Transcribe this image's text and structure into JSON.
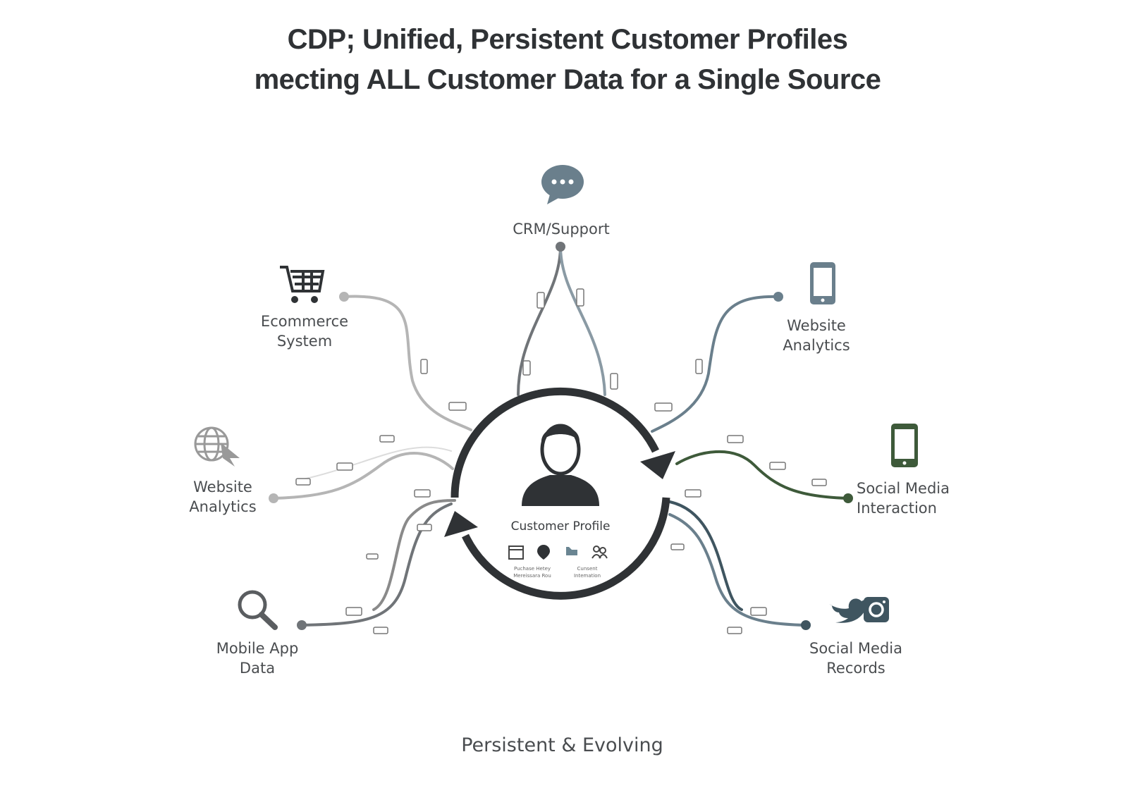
{
  "title": {
    "line1": "CDP; Unified, Persistent Customer Profiles",
    "line2": "mecting ALL Customer Data for a Single Source"
  },
  "center": {
    "label": "Customer Profile",
    "sub_left_1": "Puchase Hetey",
    "sub_left_2": "Mereissara Rou",
    "sub_right_1": "Cunsent",
    "sub_right_2": "Intemation",
    "icons": [
      "calendar-icon",
      "location-icon",
      "refresh-icon",
      "people-icon"
    ]
  },
  "sources": {
    "crm": {
      "label": "CRM/Support",
      "icon": "chat-bubble-icon"
    },
    "ecommerce": {
      "line1": "Ecommerce",
      "line2": "System",
      "icon": "shopping-cart-icon"
    },
    "web_right": {
      "line1": "Website",
      "line2": "Analytics",
      "icon": "smartphone-icon"
    },
    "web_left": {
      "line1": "Website",
      "line2": "Analytics",
      "icon": "globe-cursor-icon"
    },
    "social_interaction": {
      "line1": "Social Media",
      "line2": "Interaction",
      "icon": "smartphone-icon"
    },
    "mobile": {
      "line1": "Mobile App",
      "line2": "Data",
      "icon": "magnifier-icon"
    },
    "social_records": {
      "line1": "Social Media",
      "line2": "Records",
      "icon": "twitter-instagram-icon"
    }
  },
  "footer": "Persistent & Evolving",
  "colors": {
    "dark": "#2f3235",
    "slate": "#6a7f8c",
    "green": "#3e5a3a",
    "gray": "#a8a8a8"
  }
}
